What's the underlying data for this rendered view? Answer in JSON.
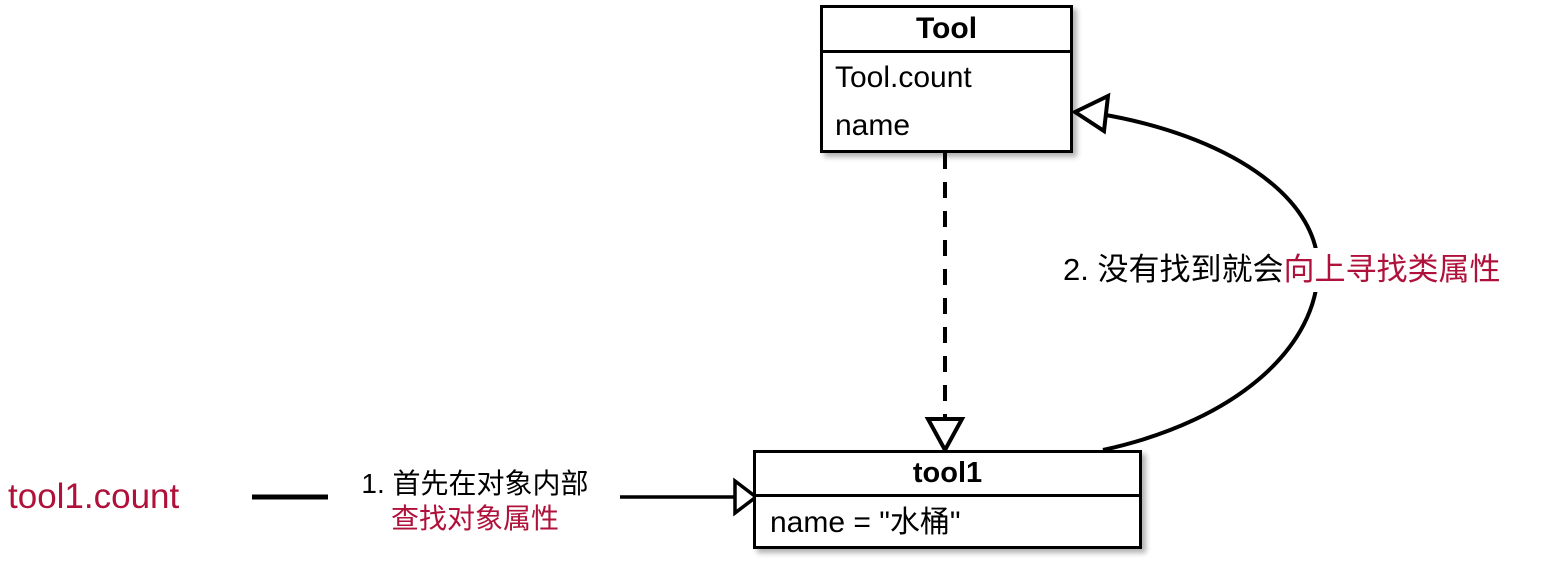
{
  "diagram": {
    "title": "Python attribute lookup order diagram",
    "background_color": "#ffffff",
    "accent_color": "#b0113a",
    "line_color": "#000000",
    "nodes": [
      {
        "id": "tool-class",
        "kind": "class-box",
        "header": "Tool",
        "attributes": [
          "Tool.count",
          "name"
        ]
      },
      {
        "id": "tool1-object",
        "kind": "object-box",
        "header": "tool1",
        "attributes": [
          "name = \"水桶\""
        ]
      }
    ],
    "annotations": {
      "expression": "tool1.count",
      "step1": {
        "line1": "1. 首先在对象内部",
        "line2": "查找对象属性"
      },
      "step2": {
        "black_part": "2. 没有找到就会",
        "red_part": "向上寻找类属性"
      }
    },
    "edges": [
      {
        "id": "expr-connector",
        "from": "tool1.count",
        "to": "step1-label",
        "style": "solid",
        "arrowhead": "none"
      },
      {
        "id": "lookup-arrow",
        "from": "step1-label",
        "to": "tool1-object",
        "style": "solid",
        "arrowhead": "open-triangle"
      },
      {
        "id": "instantiation-arrow",
        "from": "tool-class",
        "to": "tool1-object",
        "style": "dashed",
        "arrowhead": "open-triangle"
      },
      {
        "id": "class-lookup-curve",
        "from": "tool1-object",
        "to": "tool-class",
        "style": "solid-curve",
        "arrowhead": "open-triangle"
      }
    ]
  }
}
